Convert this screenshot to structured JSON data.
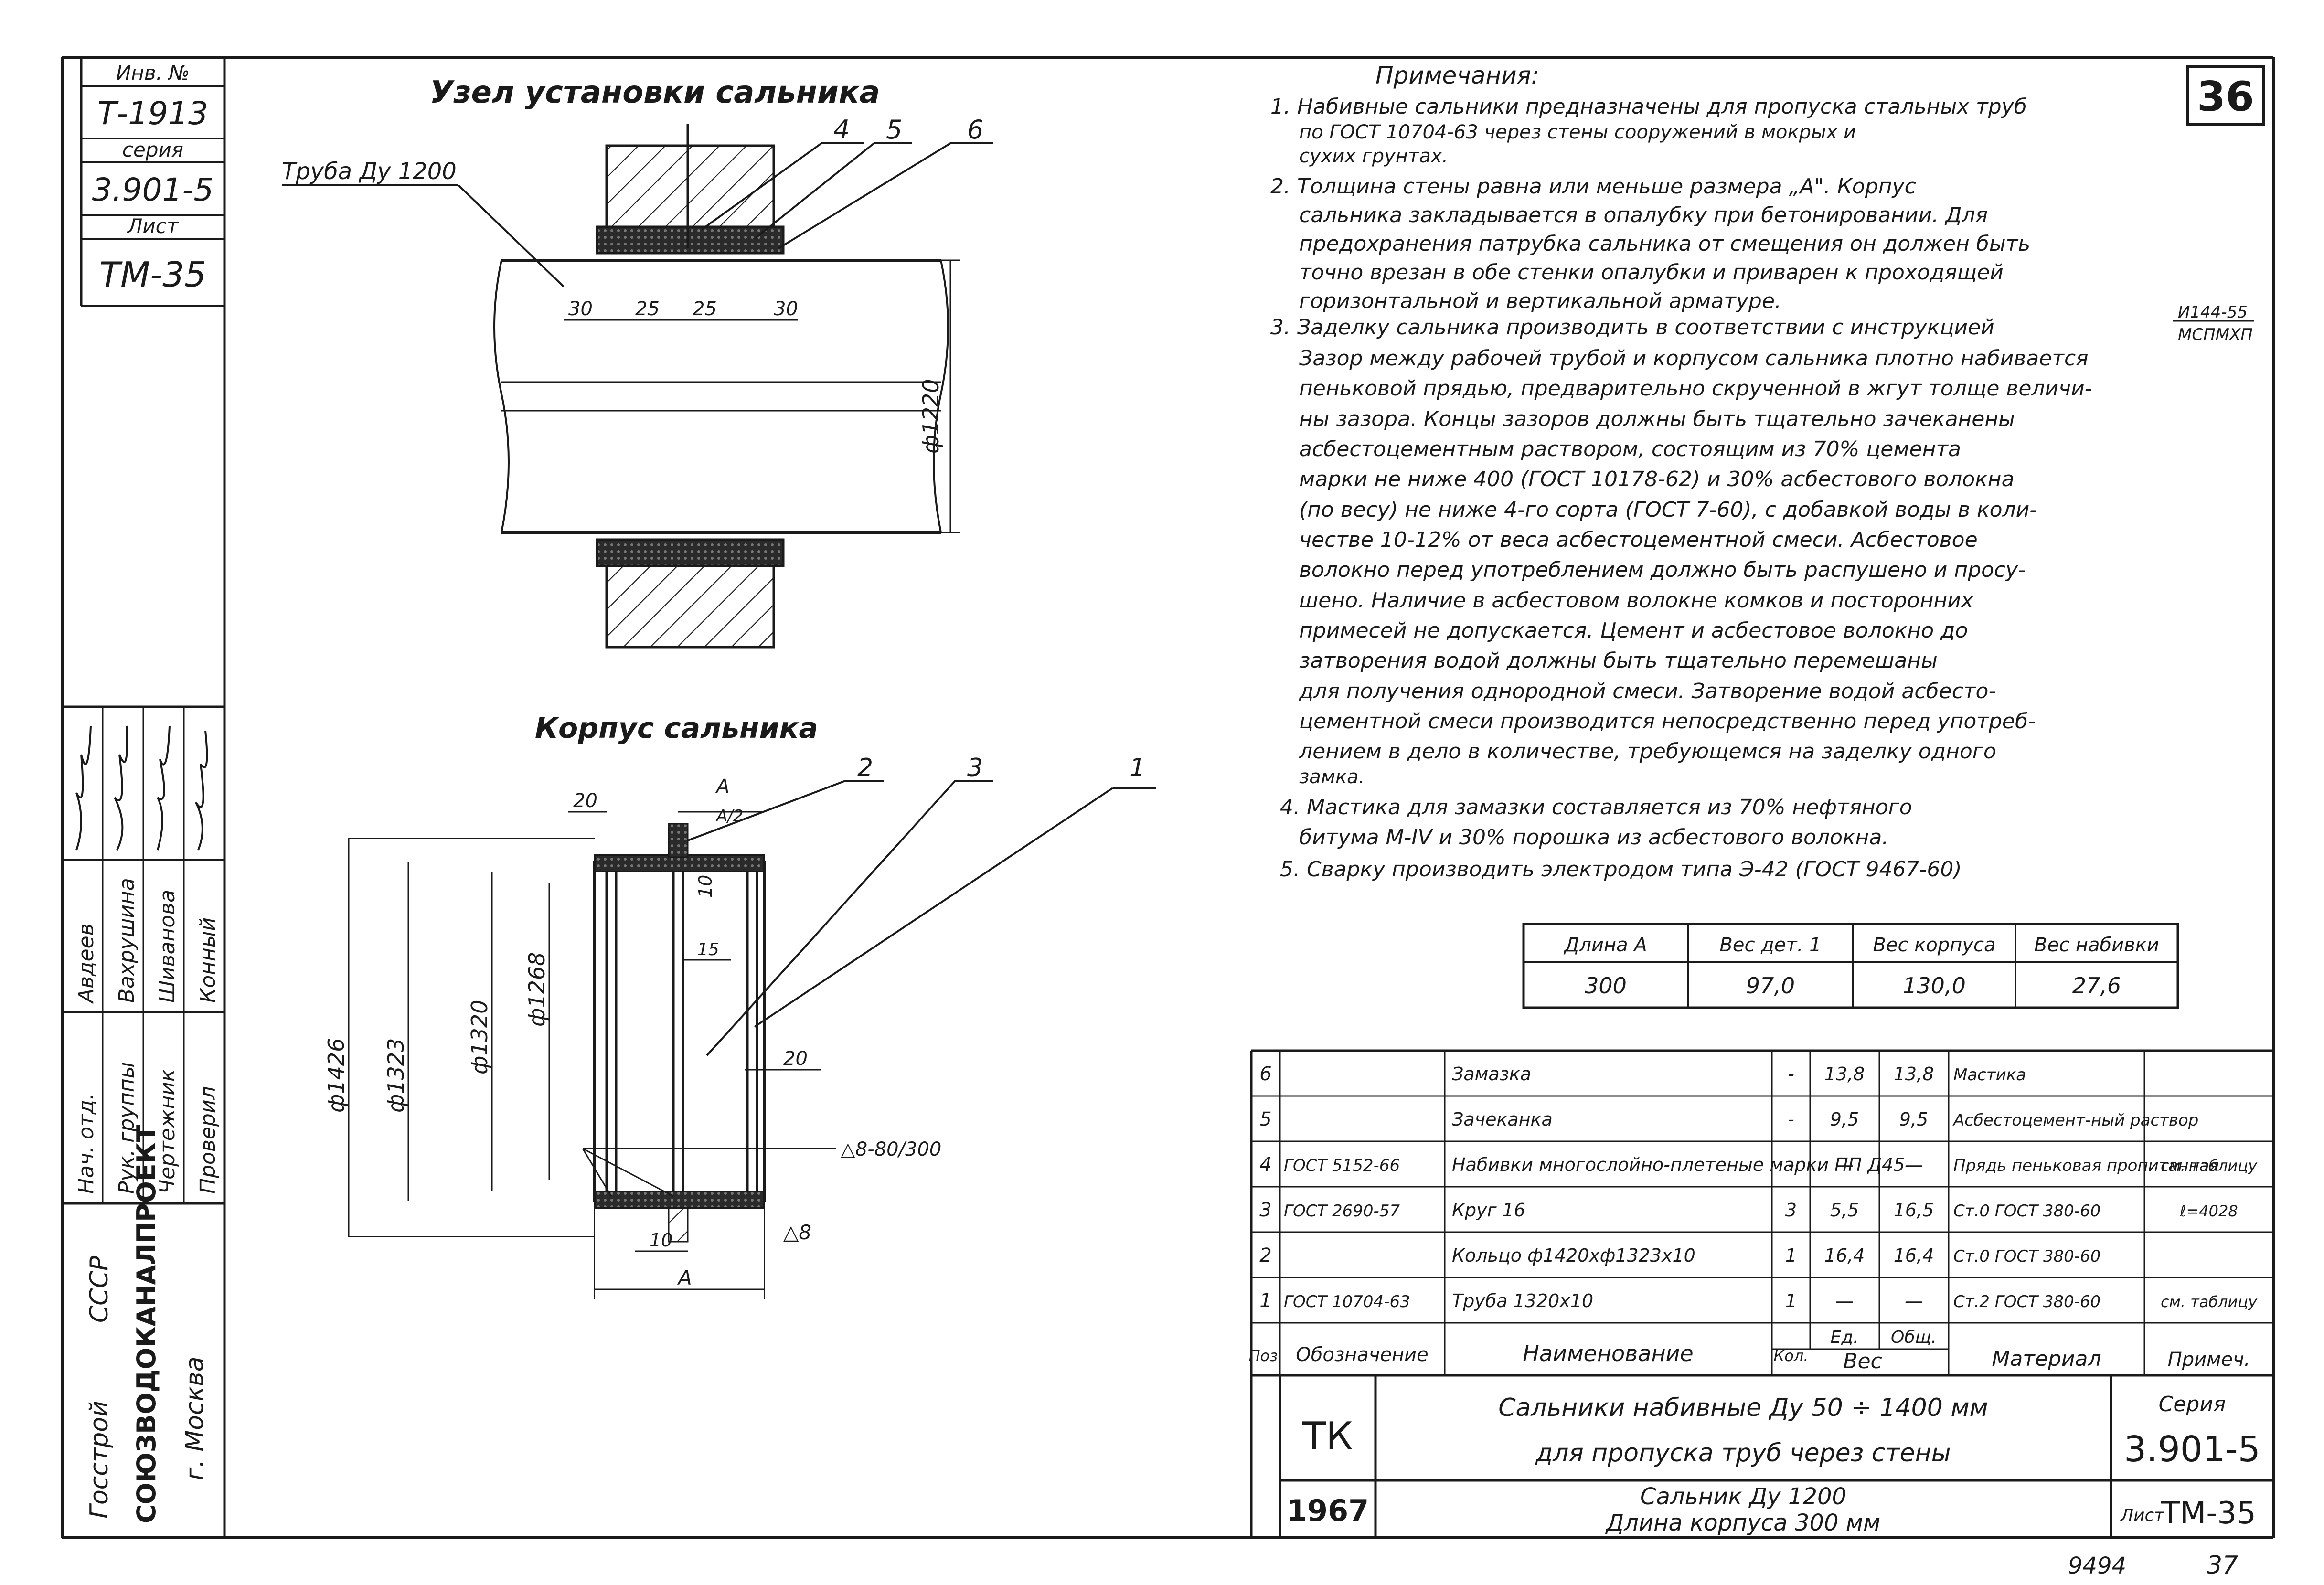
{
  "side_stamp": {
    "inv_label": "Инв. №",
    "inv_value": "Т-1913",
    "series_label": "серия",
    "series_value": "3.901-5",
    "sheet_label": "Лист",
    "sheet_value": "ТМ-35",
    "org_lines": [
      "Госстрой",
      "СССР",
      "СОЮЗВОДОКАНАЛПРОЕКТ",
      "г. Москва"
    ],
    "roles": [
      "Нач. отд.",
      "Рук. группы",
      "Чертежник",
      "Проверил"
    ],
    "names": [
      "Авдеев",
      "Вахрушина",
      "Шиванова",
      "Конный"
    ]
  },
  "sheet_number": "36",
  "drawing_top": {
    "title": "Узел установки сальника",
    "pipe_label": "Труба Ду 1200",
    "callouts": [
      "4",
      "5",
      "6"
    ],
    "dims": [
      "30",
      "25",
      "25",
      "30"
    ],
    "dia": "ф1220"
  },
  "drawing_bottom": {
    "title": "Корпус сальника",
    "callouts": [
      "2",
      "3",
      "1"
    ],
    "dim_top_20": "20",
    "dim_a": "А",
    "dim_a_half": "А/2",
    "dim_10": "10",
    "dim_15": "15",
    "dim_20_right": "20",
    "dims_dia": [
      "ф1426",
      "ф1323",
      "ф1320",
      "ф1268"
    ],
    "weld_note": "△8-80/300",
    "weld_small": "△8",
    "dim_bottom_10": "10",
    "dim_bottom_a": "А"
  },
  "notes": {
    "heading": "Примечания:",
    "lines": [
      "1. Набивные сальники предназначены для пропуска стальных труб",
      "по ГОСТ 10704-63 через стены сооружений в мокрых и",
      "сухих грунтах.",
      "2. Толщина стены равна или меньше размера „А\". Корпус",
      "сальника закладывается в опалубку при бетонировании. Для",
      "предохранения патрубка сальника от смещения он должен быть",
      "точно врезан в обе стенки опалубки и приварен к проходящей",
      "горизонтальной и вертикальной арматуре.",
      "3. Заделку сальника производить в соответствии с инструкцией",
      "Зазор между рабочей трубой и корпусом сальника плотно набивается",
      "пеньковой прядью, предварительно скрученной в жгут толще величи-",
      "ны зазора. Концы зазоров должны быть тщательно зачеканены",
      "асбестоцементным раствором, состоящим из 70% цемента",
      "марки не ниже 400 (ГОСТ 10178-62) и 30% асбестового волокна",
      "(по весу) не ниже 4-го сорта (ГОСТ 7-60), с добавкой воды в коли-",
      "честве 10-12% от веса асбестоцементной смеси. Асбестовое",
      "волокно перед употреблением должно быть распушено и просу-",
      "шено. Наличие в асбестовом волокне комков и посторонних",
      "примесей не допускается. Цемент и асбестовое волокно до",
      "затворения водой должны быть тщательно перемешаны",
      "для получения однородной смеси. Затворение водой асбесто-",
      "цементной смеси производится непосредственно перед употреб-",
      "лением в дело в количестве, требующемся на заделку одного",
      "замка.",
      "4. Мастика для замазки составляется из 70% нефтяного",
      "битума М-IV и 30% порошка из асбестового волокна.",
      "5. Сварку производить электродом типа Э-42 (ГОСТ 9467-60)"
    ],
    "ref_top": "И144-55",
    "ref_bottom": "МСПМХП"
  },
  "weights": {
    "headers": [
      "Длина А",
      "Вес дет. 1",
      "Вес корпуса",
      "Вес набивки"
    ],
    "values": [
      "300",
      "97,0",
      "130,0",
      "27,6"
    ]
  },
  "spec": {
    "rows": [
      {
        "pos": "6",
        "ref": "",
        "name": "Замазка",
        "qty": "-",
        "w1": "13,8",
        "w2": "13,8",
        "mat": "Мастика",
        "note": ""
      },
      {
        "pos": "5",
        "ref": "",
        "name": "Зачеканка",
        "qty": "-",
        "w1": "9,5",
        "w2": "9,5",
        "mat": "Асбестоцемент-ный раствор",
        "note": ""
      },
      {
        "pos": "4",
        "ref": "ГОСТ 5152-66",
        "name": "Набивки многослойно-плетеные марки ПП Д45",
        "qty": "-",
        "w1": "—",
        "w2": "—",
        "mat": "Прядь пеньковая пропитанная",
        "note": "см. таблицу"
      },
      {
        "pos": "3",
        "ref": "ГОСТ 2690-57",
        "name": "Круг 16",
        "qty": "3",
        "w1": "5,5",
        "w2": "16,5",
        "mat": "Ст.0 ГОСТ 380-60",
        "note": "ℓ=4028"
      },
      {
        "pos": "2",
        "ref": "",
        "name": "Кольцо ф1420хф1323х10",
        "qty": "1",
        "w1": "16,4",
        "w2": "16,4",
        "mat": "Ст.0 ГОСТ 380-60",
        "note": ""
      },
      {
        "pos": "1",
        "ref": "ГОСТ 10704-63",
        "name": "Труба 1320х10",
        "qty": "1",
        "w1": "—",
        "w2": "—",
        "mat": "Ст.2 ГОСТ 380-60",
        "note": "см. таблицу"
      }
    ],
    "header": {
      "pos": "Поз.",
      "ref": "Обозначение",
      "name": "Наименование",
      "qty": "Кол.",
      "weight": "Вес",
      "w1": "Ед.",
      "w2": "Общ.",
      "mat": "Материал",
      "note": "Примеч."
    }
  },
  "title_block": {
    "tk": "ТК",
    "year": "1967",
    "line1": "Сальники набивные Ду 50 ÷ 1400 мм",
    "line2": "для пропуска труб через стены",
    "line3": "Сальник Ду 1200",
    "line4": "Длина корпуса 300 мм",
    "series_label": "Серия",
    "series_value": "3.901-5",
    "sheet_label": "Лист",
    "sheet_value": "ТМ-35"
  },
  "footer": {
    "left": "9494",
    "right": "37"
  }
}
